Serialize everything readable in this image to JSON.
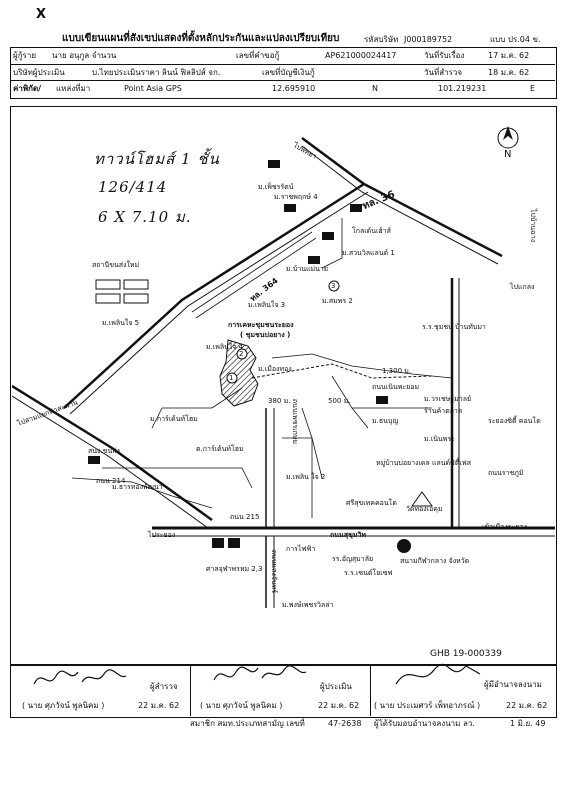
{
  "header": {
    "title": "แบบเขียนแผนที่สังเขปแสดงที่ตั้งหลักประกันและแปลงเปรียบเทียบ",
    "doc_no_label": "รหัสบริษัท",
    "doc_no": "J000189752",
    "form_code": "แบบ ปร.04 ข.",
    "mark": "X"
  },
  "info": {
    "borrower_label": "ผู้กู้ราย",
    "borrower": "นาย อนุกูล  จำนวน",
    "loan_no_label": "เลขที่คำขอกู้",
    "loan_no": "AP621000024417",
    "received_label": "วันที่รับเรื่อง",
    "received_date": "17 ม.ค. 62",
    "company_label": "บริษัทผู้ประเมิน",
    "company": "บ.ไทยประเมินราคา ลินน์ ฟิลลิปส์ จก.",
    "account_label": "เลขที่บัญชีเงินกู้",
    "survey_label": "วันที่สำรวจ",
    "survey_date": "18 ม.ค. 62",
    "coord_label": "ค่าพิกัด/",
    "place_label": "แหล่งที่มา",
    "source": "Point Asia GPS",
    "lat": "12.695910",
    "lat_dir": "N",
    "lon": "101.219231",
    "lon_dir": "E"
  },
  "notes": {
    "line1": "ทาวน์โฮมส์ 1 ชั้น",
    "line2": "126/414",
    "line3": "6 X 7.10 ม."
  },
  "map": {
    "road_36": "ทล. 36",
    "road_364": "ทล. 364",
    "to_pattaya": "ไปพัทยา",
    "to_ban_chang": "ไปบ้านฉาง",
    "to_klaeng": "ไปแกลง",
    "to_rayong": "ไประยอง",
    "bus_station": "สถานีขนส่งใหม่",
    "phetcharat": "ม.เพ็ชรรัตน์",
    "ratchaphruek": "ม.ราชพฤกษ์ 4",
    "golden_house": "โกลเด้นเฮ้าส์",
    "suanwiland": "ม.สวนวิลแลนด์ 1",
    "ban_mae_nai": "ม.บ้านแม่นาย",
    "somphon": "ม.สมพร 2",
    "phlernjai3": "ม.เพลินใจ 3",
    "phlernjai4": "ม.เพลินใจ 4",
    "phlernjai5": "ม.เพลินใจ 5",
    "phlernjai2": "ม.เพลิน ใจ 2",
    "pea": "การเคหะชุมชนระยอง",
    "pea_sub": "( ชุมชนบ่อยาง )",
    "mueang_thong": "ม.เมืองทอง",
    "school": "ร.ร.ชุมชน บ้านทับมา",
    "dist_1300": "1,300 ม.",
    "dist_380": "380 ม.",
    "dist_500": "500 ม.",
    "nong_phai": "ถนนเนินพะยอม",
    "wat_nam_rong": "ม.วรเชษฐ์มาลย์",
    "kan_phai": "ร้านค้าตลาด",
    "ban_rung": "ม.ธนบุญ",
    "ban_niphon": "ม.เนินพระ",
    "kasem": "ม.การ์เด้นท์โฮม",
    "sukhumvit_cross": "ต.การ์เด้นท์โฮม",
    "rayong_condo": "ระยองซิตี้ คอนโด",
    "rayong_ruksa": "ถนนราชภูมิ",
    "village_house": "หมู่บ้านบ่อยางเดล แลนด์ซิตี้เฟส",
    "sri_phun": "ศรีสุขเทคคอนโด",
    "wat_khuang": "วัดทองเอคุม",
    "post_office": "สนง.ขนส่ง",
    "kr214": "ถนน 214",
    "kr215": "ถนน 215",
    "nong_sai": "ไปสามแยกท่าสะพาน",
    "to_rayong2": "ไประยอง",
    "sukhumvit": "ถนนสุขุมวิท",
    "to_rayong_town": "เข้าเมืองระยอง",
    "bueng": "ม.ธารทองพัฒนา",
    "hospital": "ศาลจุฬาพรหม 2,3",
    "karn_fai": "การไฟฟ้า",
    "school2": "รร.อัญสุมาลัย",
    "shop": "ร.ร.เซนต์โยเซฟ",
    "tot": "สนามกีฬากลาง จังหวัด",
    "market": "ม.พงษ์เพชรวิลล่า",
    "phet_road": "ถนนเพชรเกษม",
    "saeng_chan": "ถนนแสงจันทร์",
    "n_arrow": "N",
    "mark1": "1",
    "mark2": "2",
    "mark3": "3"
  },
  "ref": "GHB 19-000339",
  "footer": {
    "surveyor_role": "ผู้สำรวจ",
    "surveyor_name": "( นาย ศุภวัจน์  พูลนิคม )",
    "surveyor_date": "22 ม.ค. 62",
    "appraiser_role": "ผู้ประเมิน",
    "appraiser_name": "( นาย ศุภวัจน์  พูลนิคม )",
    "appraiser_date": "22 ม.ค. 62",
    "authority_role": "ผู้มีอำนาจลงนาม",
    "authority_name": "( นาย ประเมศวร์  เพ็ทอาภรณ์ )",
    "authority_date": "22 ม.ค. 62",
    "member_label": "สมาชิก สมท.ประเภทสามัญ เลขที่",
    "member_no": "47-2638",
    "delegate_label": "ผู้ได้รับมอบอำนาจลงนาม ลว.",
    "delegate_date": "1 มิ.ย. 49"
  }
}
